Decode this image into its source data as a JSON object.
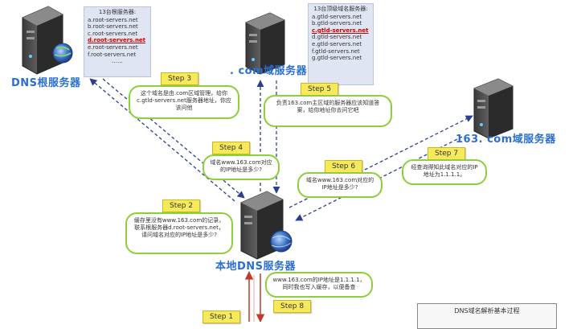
{
  "servers": {
    "root_label": "DNS根服务器",
    "com_label": ". com域服务器",
    "site_label": "163. com域服务器",
    "local_label": "本地DNS服务器"
  },
  "root_list": {
    "header": "13台根服务器:",
    "items": [
      "a.root-servers.net",
      "b.root-servers.net",
      "c.root-servers.net",
      "d.root-servers.net",
      "e.root-servers.net",
      "f.root-servers.net",
      "......"
    ],
    "highlight_index": 3
  },
  "tld_list": {
    "header": "13台顶级域名服务器:",
    "items": [
      "a.gtld-servers.net",
      "b.gtld-servers.net",
      "c.gtld-servers.net",
      "d.gtld-servers.net",
      "e.gtld-servers.net",
      "f.gtld-servers.net",
      "g.gtld-servers.net"
    ],
    "highlight_index": 2
  },
  "steps": {
    "s1": "Step 1",
    "s2": "Step 2",
    "s3": "Step 3",
    "s4": "Step 4",
    "s5": "Step 5",
    "s6": "Step 6",
    "s7": "Step 7",
    "s8": "Step 8"
  },
  "bubbles": {
    "b2": "缓存里没有www.163.com的记录，联系根服务器d.root-servers.net，请问域名对应的IP地址是多少?",
    "b3": "这个域名是由.com区域管理，给你c.gtld-servers.net服务器地址，你应该问他",
    "b4": "域名www.163.com对应的IP地址是多少?",
    "b5": "负责163.com主区域的服务器应该知道答案，给你地址你去问它吧",
    "b6": "域名www.163.com对应的IP地址是多少?",
    "b7": "经查询得知此域名对应的IP地址为1.1.1.1。",
    "b8": "www.163.com的IP地址是1.1.1.1，同时我也写入缓存，以便备查"
  },
  "legend": "DNS域名解析基本过程",
  "colors": {
    "server_label": "#2a6fd0",
    "step_fill": "#f6e95a",
    "bubble_border": "#8ccf3a",
    "arrow": "#2c3e8f",
    "request_arrow": "#c0392b"
  }
}
